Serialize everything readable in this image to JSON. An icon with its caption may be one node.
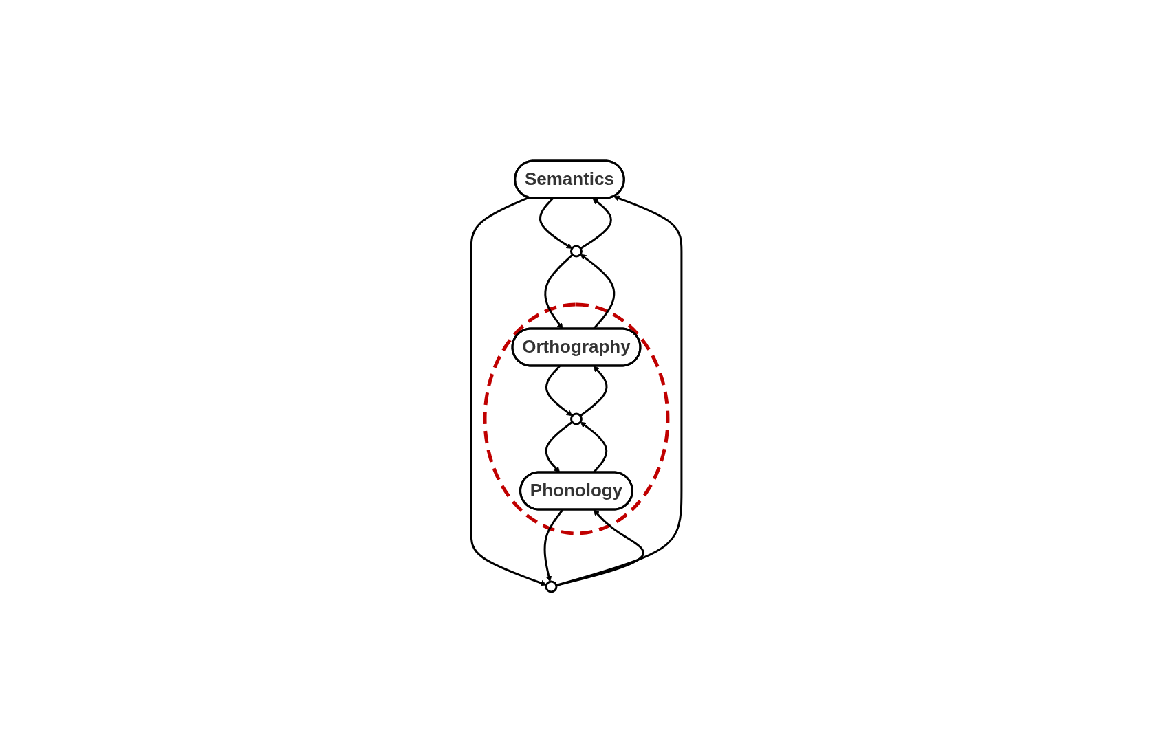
{
  "diagram": {
    "nodes": [
      {
        "text": [
          "Semantics"
        ]
      },
      {
        "text": [],
        "shape": "ellipse"
      },
      {
        "text": [],
        "shape": "ellipse"
      },
      {
        "text": [],
        "shape": "ellipse"
      },
      {
        "text": [],
        "shape": "ellipse",
        "in": 3
      },
      {
        "text": [
          "Orthography"
        ],
        "in": 3
      },
      {
        "text": [
          "Phonology"
        ],
        "in": 3
      }
    ],
    "edges": [
      {
        "from": 0,
        "to": 1,
        "arrow": "to"
      },
      {
        "from": 1,
        "to": 0,
        "arrow": "to"
      },
      {
        "from": 0,
        "to": 2,
        "arrow": "to"
      },
      {
        "from": 2,
        "to": 0,
        "arrow": "to"
      },
      {
        "from": 1,
        "to": 5,
        "arrow": "to"
      },
      {
        "from": 5,
        "to": 1,
        "arrow": "to"
      },
      {
        "from": 2,
        "to": 6,
        "arrow": "to"
      },
      {
        "from": 6,
        "to": 2,
        "arrow": "to"
      },
      {
        "from": 4,
        "to": 5,
        "arrow": "to"
      },
      {
        "from": 5,
        "to": 4,
        "arrow": "to"
      },
      {
        "from": 4,
        "to": 6,
        "arrow": "to"
      },
      {
        "from": 6,
        "to": 4,
        "arrow": "to"
      }
    ]
  }
}
